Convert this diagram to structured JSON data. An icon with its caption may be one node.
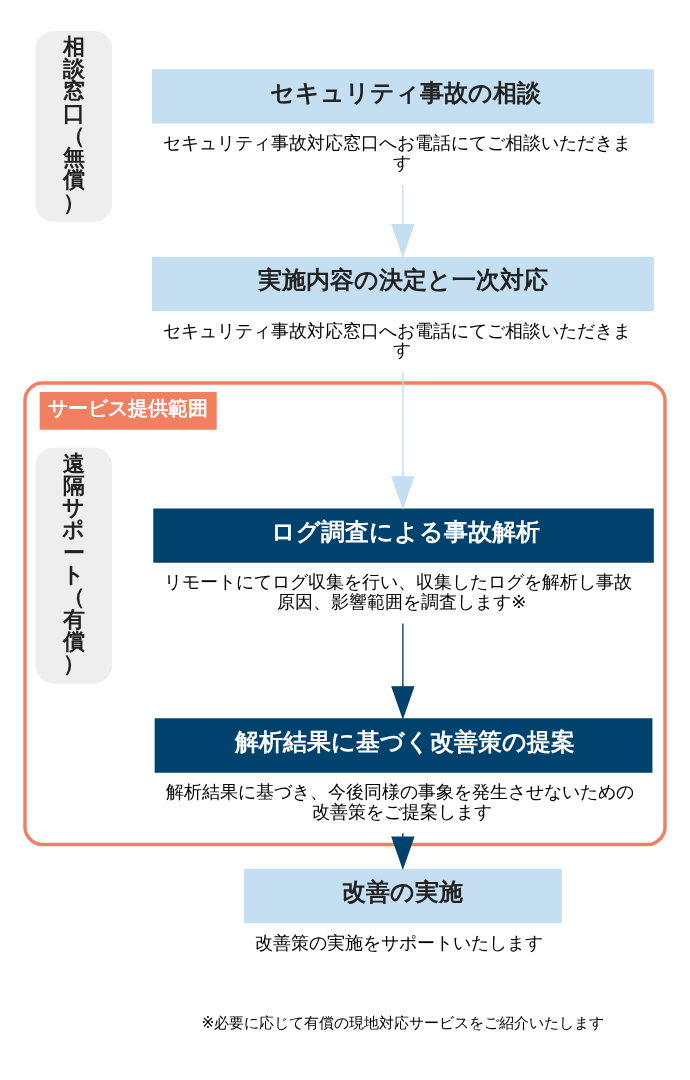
{
  "diagram": {
    "nodes": [
      {
        "text": [
          "相談窓口（無償）"
        ]
      },
      {
        "text": [
          "セキュリティ事故の相談",
          "セキュリティ事故対応窓口へお電話にてご相談いただきます"
        ]
      },
      {
        "text": [
          "実施内容の決定と一次対応",
          "セキュリティ事故対応窓口へお電話にてご相談いただきます"
        ]
      },
      {
        "text": [
          "サービス提供範囲"
        ]
      },
      {
        "text": [
          "遠隔サポート（有償）"
        ],
        "in": 3
      },
      {
        "text": [
          "ログ調査による事故解析",
          "リモートにてログ収集を行い、収集したログを解析し事故原因、影響範囲を調査します※"
        ],
        "in": 3
      },
      {
        "text": [
          "解析結果に基づく改善策の提案",
          "解析結果に基づき、今後同様の事象を発生させないための改善策をご提案します"
        ],
        "in": 3
      },
      {
        "text": [
          "改善の実施",
          "改善策の実施をサポートいたします"
        ]
      }
    ],
    "edges": [
      {
        "from": 1,
        "to": 2,
        "arrow": "to",
        "color": "#c5dff2"
      },
      {
        "from": 2,
        "to": 5,
        "arrow": "to",
        "color": "#c5dff2"
      },
      {
        "from": 5,
        "to": 6,
        "arrow": "to",
        "color": "#00426e"
      },
      {
        "from": 6,
        "to": 7,
        "arrow": "to",
        "color": "#00426e"
      }
    ],
    "labels": [
      "※必要に応じて有償の現地対応サービスをご紹介いたします"
    ]
  }
}
